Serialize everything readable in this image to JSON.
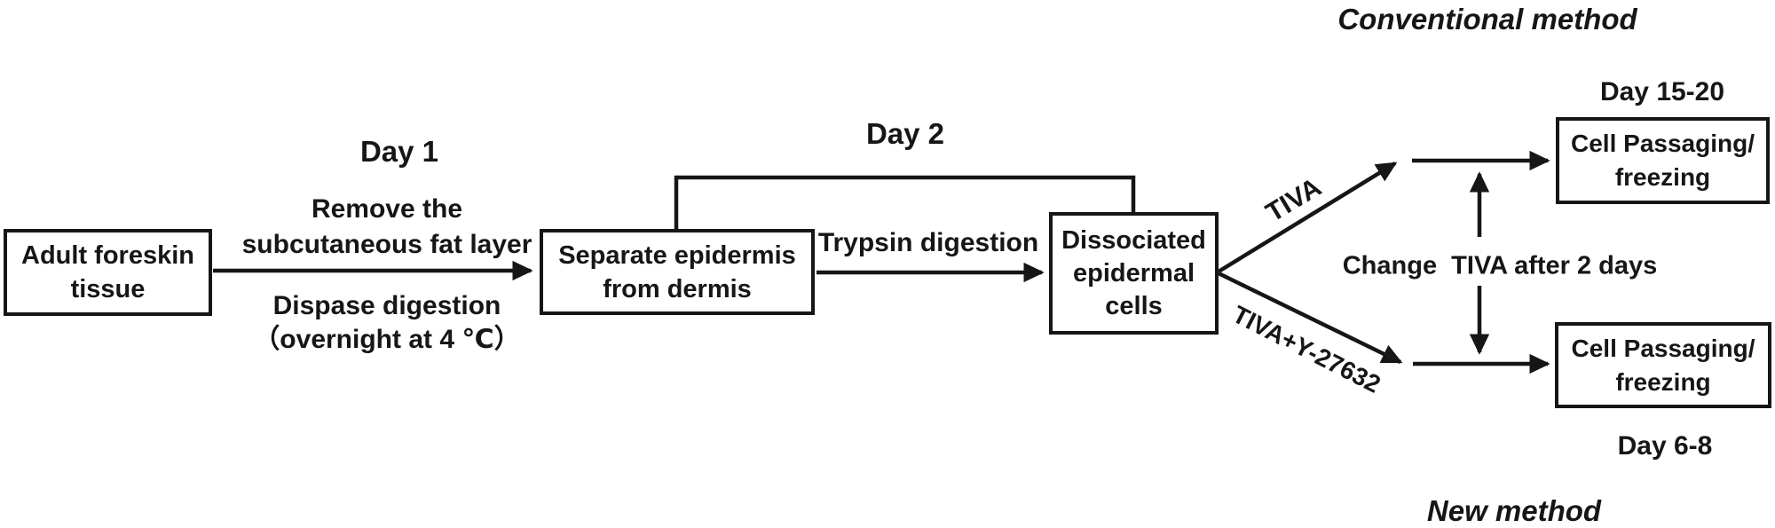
{
  "colors": {
    "ink": "#161616",
    "background": "#ffffff"
  },
  "boxes": {
    "adult_foreskin": {
      "lines": [
        "Adult foreskin",
        "tissue"
      ]
    },
    "separate_epidermis": {
      "lines": [
        "Separate epidermis",
        "from dermis"
      ]
    },
    "dissociated_cells": {
      "lines": [
        "Dissociated",
        "epidermal",
        "cells"
      ]
    },
    "cell_passaging_top": {
      "lines": [
        "Cell Passaging/",
        "freezing"
      ]
    },
    "cell_passaging_bottom": {
      "lines": [
        "Cell Passaging/",
        "freezing"
      ]
    }
  },
  "labels": {
    "day1": "Day 1",
    "day2": "Day 2",
    "remove_fat": {
      "lines": [
        "Remove the",
        "subcutaneous fat layer"
      ]
    },
    "dispase": {
      "lines": [
        "Dispase digestion",
        "（overnight at 4 ℃）"
      ]
    },
    "trypsin": "Trypsin digestion",
    "tiva": "TIVA",
    "tiva_y27632": "TIVA+Y-27632",
    "change_tiva": "Change  TIVA after 2 days",
    "day_15_20": "Day 15-20",
    "day_6_8": "Day 6-8"
  },
  "titles": {
    "conventional": "Conventional method",
    "new": "New method"
  }
}
